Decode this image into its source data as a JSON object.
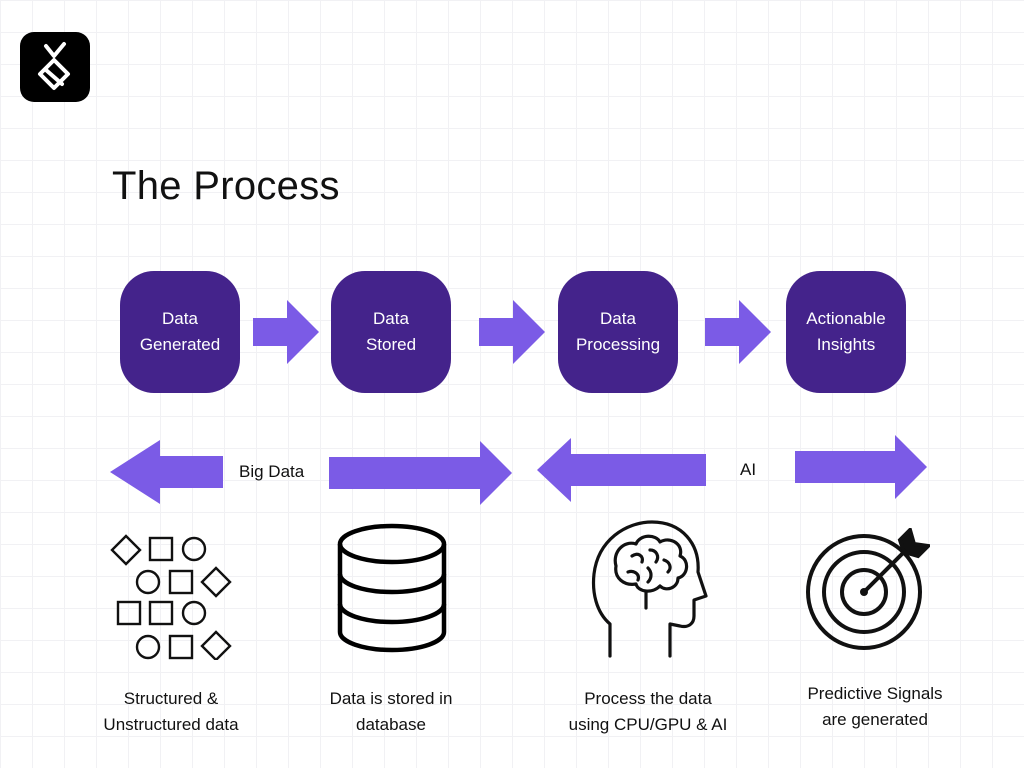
{
  "title": "The Process",
  "colors": {
    "step_fill": "#44238b",
    "arrow_fill": "#7b5be6",
    "icon_stroke": "#111111"
  },
  "steps": [
    {
      "line1": "Data",
      "line2": "Generated"
    },
    {
      "line1": "Data",
      "line2": "Stored"
    },
    {
      "line1": "Data",
      "line2": "Processing"
    },
    {
      "line1": "Actionable",
      "line2": "Insights"
    }
  ],
  "bands": [
    {
      "label": "Big Data"
    },
    {
      "label": "AI"
    }
  ],
  "captions": [
    {
      "line1": "Structured &",
      "line2": "Unstructured data",
      "icon": "shapes-icon"
    },
    {
      "line1": "Data is stored in",
      "line2": "database",
      "icon": "database-icon"
    },
    {
      "line1": "Process the data",
      "line2": "using CPU/GPU & AI",
      "icon": "brain-head-icon"
    },
    {
      "line1": "Predictive Signals",
      "line2": "are generated",
      "icon": "target-icon"
    }
  ]
}
